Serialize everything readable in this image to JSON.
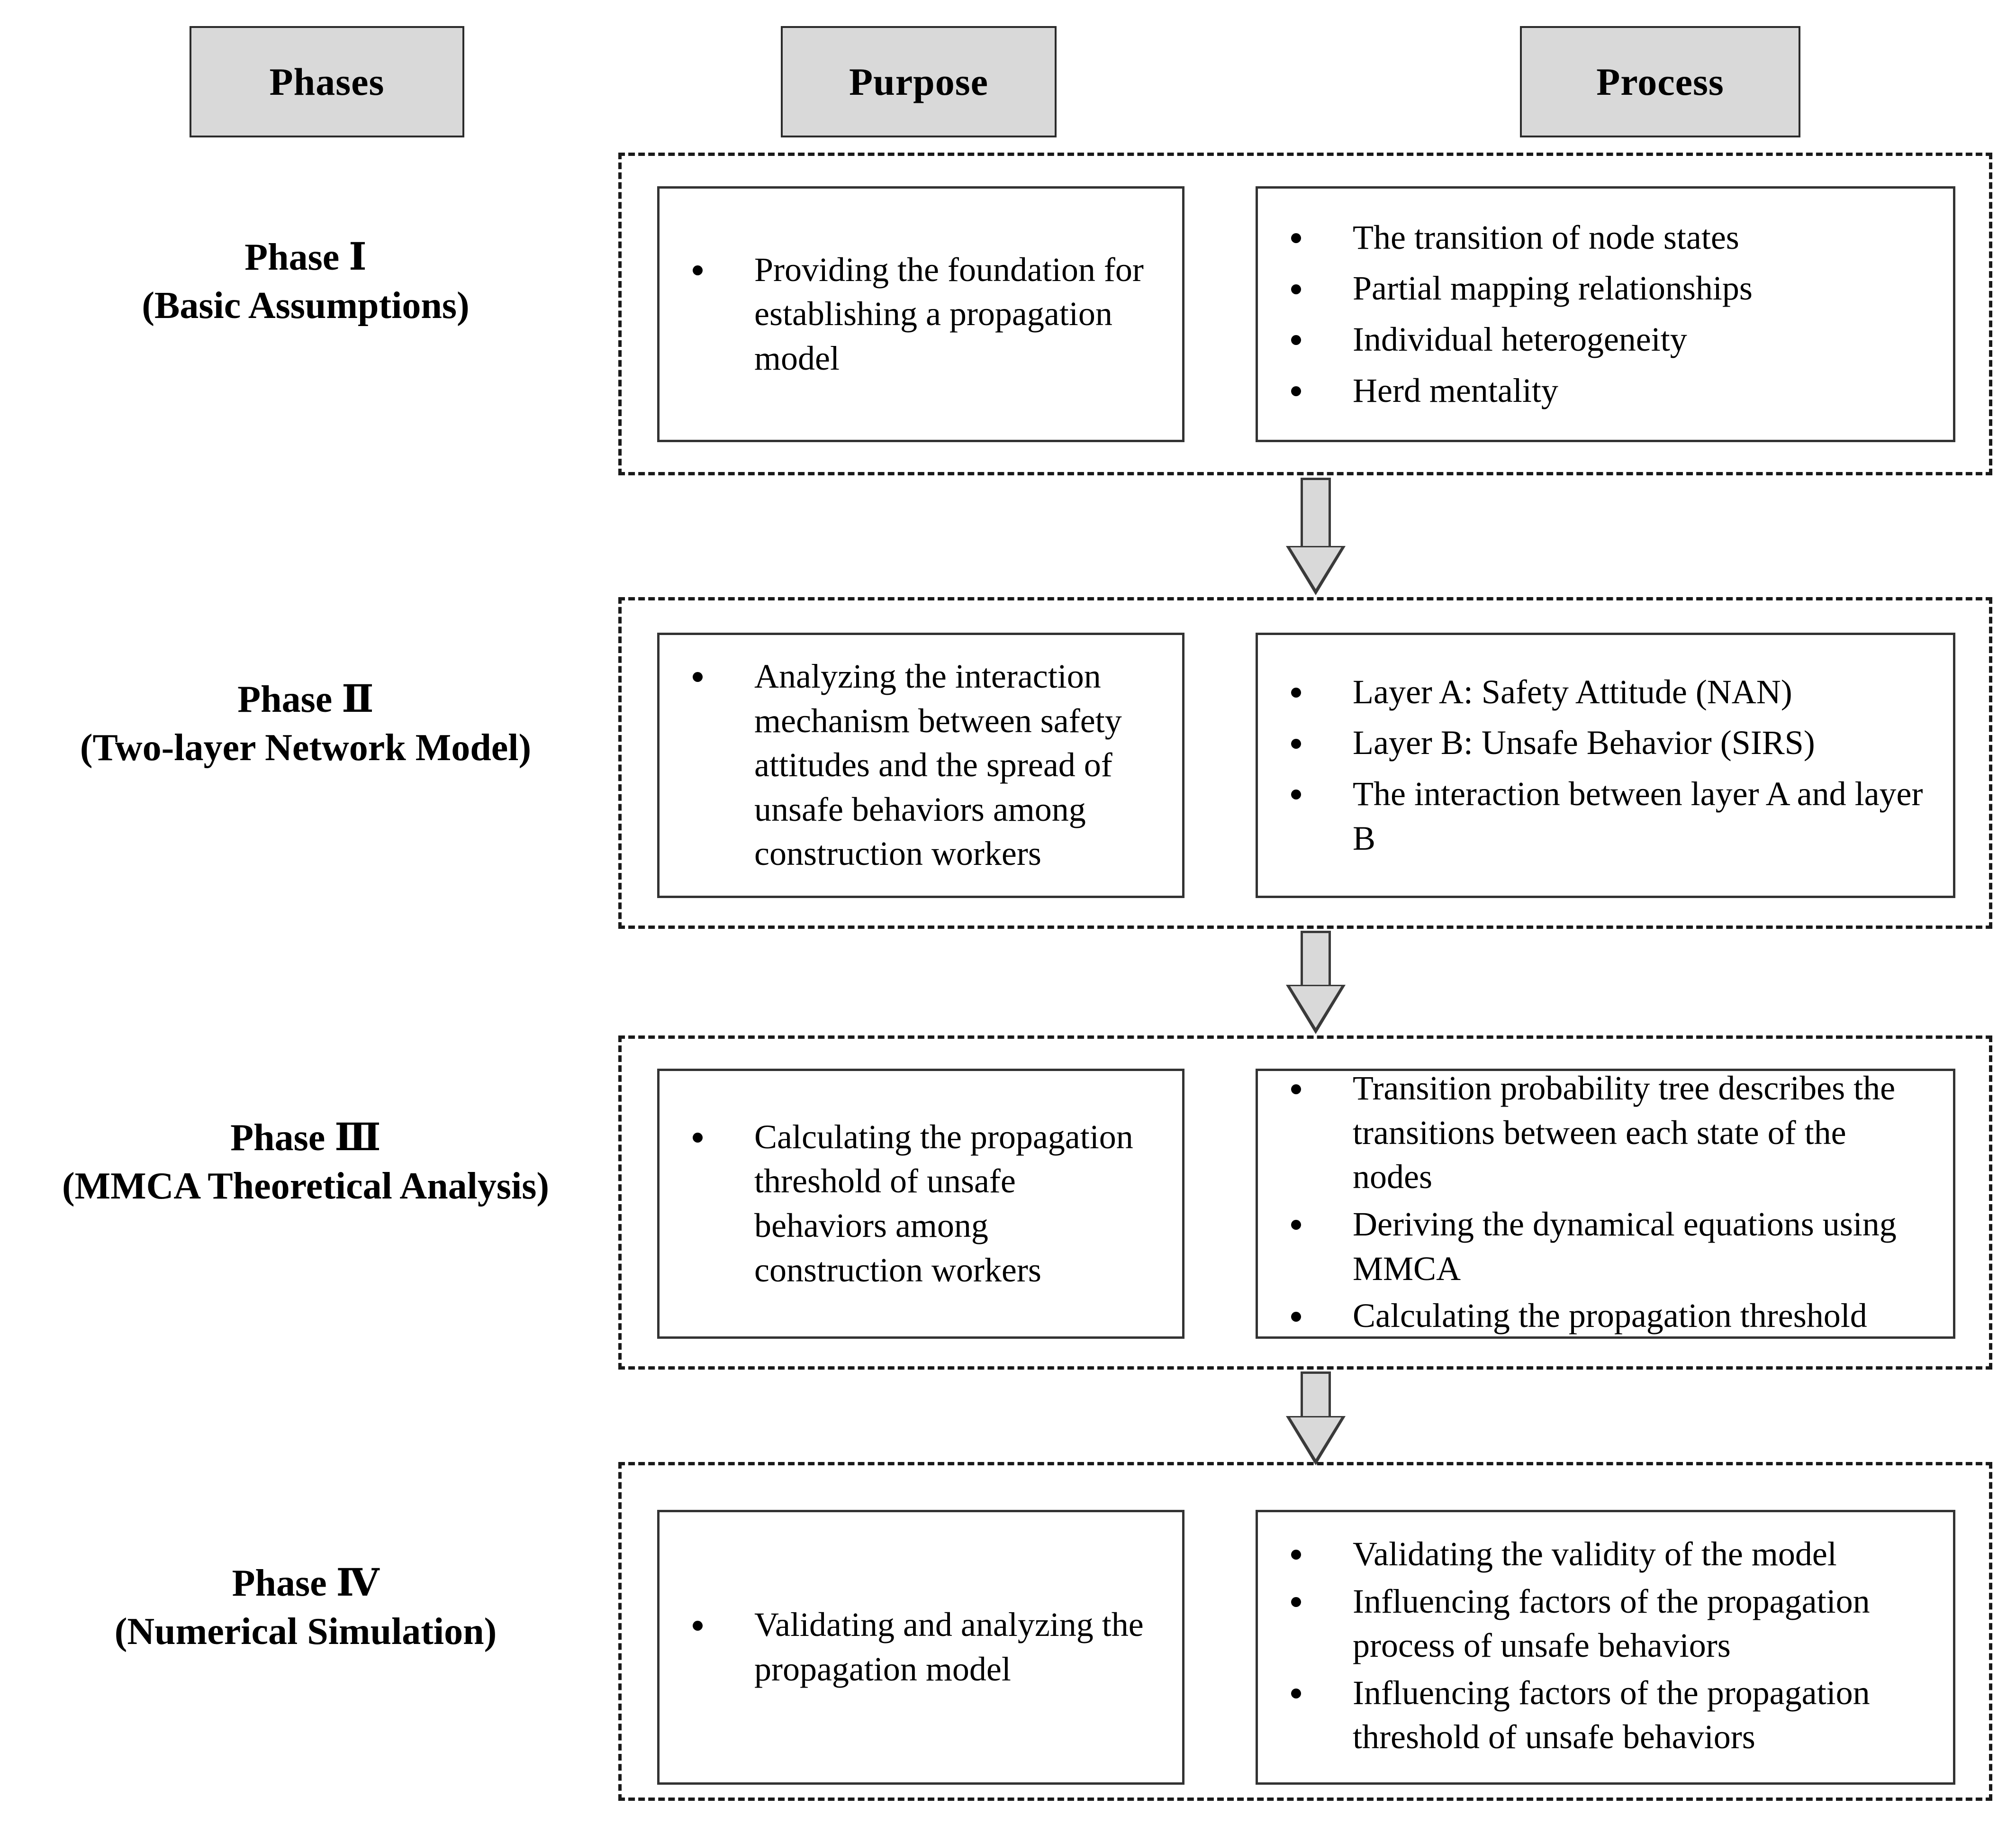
{
  "headers": {
    "phases": "Phases",
    "purpose": "Purpose",
    "process": "Process"
  },
  "colors": {
    "header_fill": "#d9d9d9",
    "header_border": "#2b2b2b",
    "box_border": "#333333",
    "dashed_border": "#1a1a1a",
    "arrow_fill": "#d9d9d9",
    "arrow_border": "#3a3a3a",
    "text": "#000000",
    "background": "#ffffff"
  },
  "phases": [
    {
      "label_line1": "Phase Ⅰ",
      "label_line2": "(Basic Assumptions)",
      "purpose": [
        "Providing the foundation for establishing a propagation model"
      ],
      "process": [
        "The transition of node states",
        "Partial mapping relationships",
        "Individual heterogeneity",
        "Herd mentality"
      ]
    },
    {
      "label_line1": "Phase Ⅱ",
      "label_line2": "(Two-layer Network Model)",
      "purpose": [
        "Analyzing the interaction mechanism between safety attitudes and the spread of unsafe behaviors among construction workers"
      ],
      "process": [
        "Layer A: Safety Attitude (NAN)",
        "Layer B: Unsafe Behavior (SIRS)",
        "The interaction between layer A and layer B"
      ]
    },
    {
      "label_line1": "Phase Ⅲ",
      "label_line2": "(MMCA Theoretical Analysis)",
      "purpose": [
        "Calculating the propagation threshold of unsafe behaviors among construction workers"
      ],
      "process": [
        "Transition probability tree describes the transitions between each state of the nodes",
        "Deriving the dynamical equations using MMCA",
        "Calculating the propagation threshold"
      ]
    },
    {
      "label_line1": "Phase Ⅳ",
      "label_line2": "(Numerical Simulation)",
      "purpose": [
        "Validating and analyzing the propagation model"
      ],
      "process": [
        "Validating the validity of the model",
        "Influencing factors of the propagation process of unsafe behaviors",
        "Influencing factors of the propagation threshold of unsafe behaviors"
      ]
    }
  ],
  "connectors": [
    {
      "name": "arrow-phase1-to-phase2",
      "direction": "down"
    },
    {
      "name": "arrow-phase2-to-phase3",
      "direction": "down"
    },
    {
      "name": "arrow-phase3-to-phase4",
      "direction": "down"
    }
  ]
}
